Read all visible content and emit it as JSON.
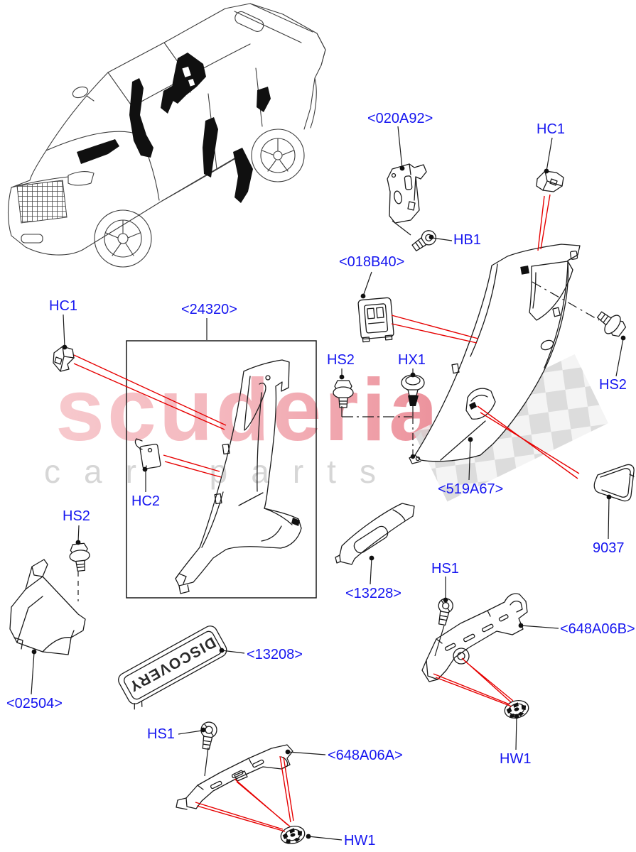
{
  "watermark": {
    "brand": "scuderia",
    "subtitle": "car parts"
  },
  "sill_plate": {
    "text": "DISCOVERY"
  },
  "colors": {
    "label_blue": "#1616f0",
    "leader_red": "#e60000",
    "line_art": "#1a1a1a",
    "watermark_pink": "#f2aeb5",
    "watermark_gray": "#d6d6d6",
    "checker_gray": "#d7d7d7"
  },
  "labels": [
    {
      "id": "020A92",
      "text": "<020A92>",
      "note": "bracket assy"
    },
    {
      "id": "HC1-top",
      "text": "HC1",
      "note": "clip"
    },
    {
      "id": "HB1",
      "text": "HB1",
      "note": "bolt"
    },
    {
      "id": "018B40",
      "text": "<018B40>",
      "note": "bezel"
    },
    {
      "id": "HS2-right",
      "text": "HS2",
      "note": "screw"
    },
    {
      "id": "HC1-left",
      "text": "HC1",
      "note": "clip"
    },
    {
      "id": "24320",
      "text": "<24320>",
      "note": "b-pillar trim panel"
    },
    {
      "id": "HS2-mid",
      "text": "HS2",
      "note": "screw"
    },
    {
      "id": "HX1",
      "text": "HX1",
      "note": "plug"
    },
    {
      "id": "519A67",
      "text": "<519A67>",
      "note": "c-pillar trim panel"
    },
    {
      "id": "9037",
      "text": "9037",
      "note": "cover"
    },
    {
      "id": "HC2",
      "text": "HC2",
      "note": "clip"
    },
    {
      "id": "HS2-left",
      "text": "HS2",
      "note": "screw"
    },
    {
      "id": "02504",
      "text": "<02504>",
      "note": "cowl side trim"
    },
    {
      "id": "13228",
      "text": "<13228>",
      "note": "rear scuff plate"
    },
    {
      "id": "HS1-right",
      "text": "HS1",
      "note": "screw"
    },
    {
      "id": "648A06B",
      "text": "<648A06B>",
      "note": "bracket"
    },
    {
      "id": "HW1-right",
      "text": "HW1",
      "note": "washer"
    },
    {
      "id": "13208",
      "text": "<13208>",
      "note": "front sill plate"
    },
    {
      "id": "HS1-bottom",
      "text": "HS1",
      "note": "screw"
    },
    {
      "id": "648A06A",
      "text": "<648A06A>",
      "note": "bracket"
    },
    {
      "id": "HW1-bottom",
      "text": "HW1",
      "note": "washer"
    }
  ]
}
